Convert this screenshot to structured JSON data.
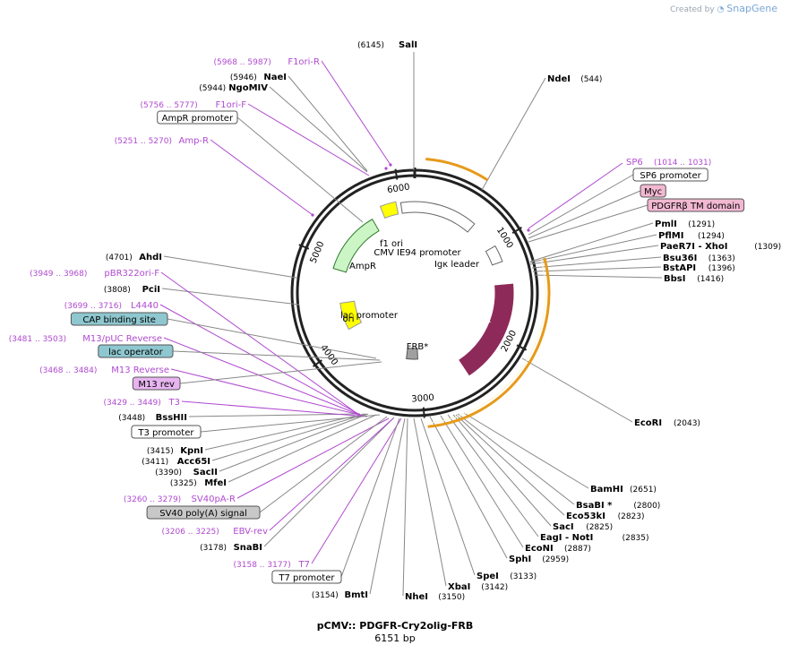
{
  "header": {
    "credit_prefix": "Created by",
    "credit_brand": "SnapGene"
  },
  "plasmid": {
    "name": "pCMV:: PDGFR-Cry2olig-FRB",
    "length": "6151 bp"
  },
  "colors": {
    "purple": "#b04ad0",
    "line": "#888888",
    "orange": "#e69a1a",
    "maroon": "#8e2a5a",
    "yellow": "#ffff00",
    "ltgreen": "#ccf5c6",
    "teal": "#8ec7cf",
    "grey_box": "#c8c8c8",
    "pink_box": "#f2b8d2",
    "violet_box": "#e7b4f0"
  },
  "ticks": [
    {
      "bp": 1000,
      "label": "1000"
    },
    {
      "bp": 2000,
      "label": "2000"
    },
    {
      "bp": 3000,
      "label": "3000"
    },
    {
      "bp": 4000,
      "label": "4000"
    },
    {
      "bp": 5000,
      "label": "5000"
    },
    {
      "bp": 6000,
      "label": "6000"
    }
  ],
  "inner_features": [
    {
      "name": "f1 ori",
      "icon": "arrow-ccw",
      "color": "#ffff00"
    },
    {
      "name": "AmpR",
      "icon": "arrow-ccw",
      "color": "#ccf5c6"
    },
    {
      "name": "ori",
      "icon": "arrow-ccw",
      "color": "#ffff00"
    },
    {
      "name": "lac promoter",
      "icon": "arrow-ccw",
      "color": "#ffffff"
    },
    {
      "name": "CMV IE94 promoter",
      "icon": "arrow-cw",
      "color": "#ffffff"
    },
    {
      "name": "Igκ leader",
      "icon": "arrow-cw",
      "color": "#ffffff"
    },
    {
      "name": "CRY2PHR",
      "icon": "arrow-cw",
      "color": "#8e2a5a"
    },
    {
      "name": "FRB*",
      "icon": "box",
      "color": "#a0a0a0"
    }
  ],
  "labels_left": [
    {
      "name": "NaeI",
      "pos": "(5946)"
    },
    {
      "name": "NgoMIV",
      "pos": "(5944)"
    },
    {
      "name": "AhdI",
      "pos": "(4701)"
    },
    {
      "name": "PciI",
      "pos": "(3808)"
    },
    {
      "name": "BssHII",
      "pos": "(3448)"
    },
    {
      "name": "KpnI",
      "pos": "(3415)"
    },
    {
      "name": "Acc65I",
      "pos": "(3411)"
    },
    {
      "name": "SacII",
      "pos": "(3390)"
    },
    {
      "name": "MfeI",
      "pos": "(3325)"
    },
    {
      "name": "SnaBI",
      "pos": "(3178)"
    },
    {
      "name": "BmtI",
      "pos": "(3154)"
    }
  ],
  "labels_left_purple": [
    {
      "name": "F1ori-R",
      "pos": "(5968 .. 5987)"
    },
    {
      "name": "F1ori-F",
      "pos": "(5756 .. 5777)"
    },
    {
      "name": "Amp-R",
      "pos": "(5251 .. 5270)"
    },
    {
      "name": "pBR322ori-F",
      "pos": "(3949 .. 3968)"
    },
    {
      "name": "L4440",
      "pos": "(3699 .. 3716)"
    },
    {
      "name": "M13/pUC Reverse",
      "pos": "(3481 .. 3503)"
    },
    {
      "name": "M13 Reverse",
      "pos": "(3468 .. 3484)"
    },
    {
      "name": "T3",
      "pos": "(3429 .. 3449)"
    },
    {
      "name": "SV40pA-R",
      "pos": "(3260 .. 3279)"
    },
    {
      "name": "EBV-rev",
      "pos": "(3206 .. 3225)"
    },
    {
      "name": "T7",
      "pos": "(3158 .. 3177)"
    }
  ],
  "labels_left_boxed": [
    {
      "name": "AmpR promoter"
    },
    {
      "name": "CAP binding site"
    },
    {
      "name": "lac operator"
    },
    {
      "name": "M13 rev"
    },
    {
      "name": "T3 promoter"
    },
    {
      "name": "SV40 poly(A) signal"
    },
    {
      "name": "T7 promoter"
    }
  ],
  "labels_right": [
    {
      "name": "NdeI",
      "pos": "(544)"
    },
    {
      "name": "PmlI",
      "pos": "(1291)"
    },
    {
      "name": "PflMI",
      "pos": "(1294)"
    },
    {
      "name": "PaeR7I",
      "pos": "(1309)",
      "alt": "XhoI"
    },
    {
      "name": "Bsu36I",
      "pos": "(1363)"
    },
    {
      "name": "BstAPI",
      "pos": "(1396)"
    },
    {
      "name": "BbsI",
      "pos": "(1416)"
    },
    {
      "name": "EcoRI",
      "pos": "(2043)"
    },
    {
      "name": "BamHI",
      "pos": "(2651)"
    },
    {
      "name": "BsaBI",
      "pos": "(2800)",
      "star": "*"
    },
    {
      "name": "Eco53kI",
      "pos": "(2823)"
    },
    {
      "name": "SacI",
      "pos": "(2825)"
    },
    {
      "name": "EagI",
      "pos": "(2835)",
      "alt": "NotI"
    },
    {
      "name": "EcoNI",
      "pos": "(2887)"
    },
    {
      "name": "SphI",
      "pos": "(2959)"
    },
    {
      "name": "SpeI",
      "pos": "(3133)"
    },
    {
      "name": "XbaI",
      "pos": "(3142)"
    },
    {
      "name": "NheI",
      "pos": "(3150)"
    }
  ],
  "labels_top": [
    {
      "name": "SalI",
      "pos": "(6145)"
    }
  ],
  "labels_right_purple": [
    {
      "name": "SP6",
      "pos": "(1014 .. 1031)"
    }
  ],
  "labels_right_boxed": [
    {
      "name": "SP6 promoter"
    },
    {
      "name": "Myc"
    },
    {
      "name": "PDGFRβ TM domain"
    }
  ]
}
